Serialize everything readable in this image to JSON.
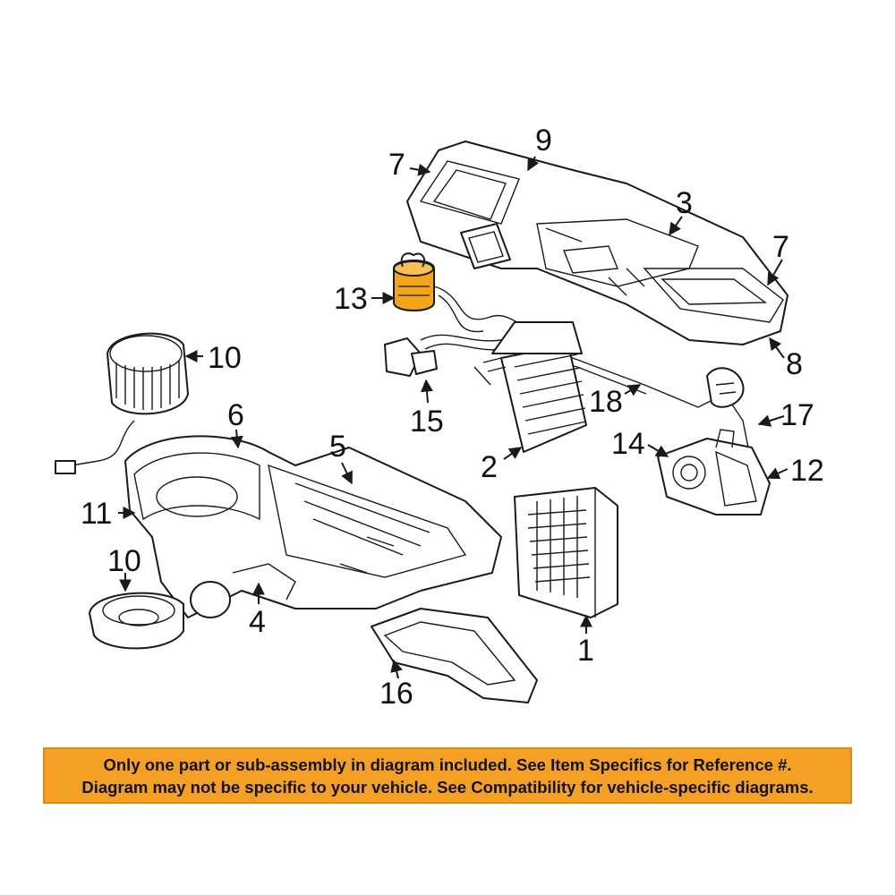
{
  "diagram": {
    "highlight_color": "#f2a516",
    "callouts": {
      "c1": "1",
      "c2": "2",
      "c3": "3",
      "c4": "4",
      "c5": "5",
      "c6": "6",
      "c7a": "7",
      "c7b": "7",
      "c8": "8",
      "c9": "9",
      "c10a": "10",
      "c10b": "10",
      "c11": "11",
      "c12": "12",
      "c13": "13",
      "c14": "14",
      "c15": "15",
      "c16": "16",
      "c17": "17",
      "c18": "18"
    }
  },
  "notice": {
    "line1": "Only one part or sub-assembly in diagram included. See Item Specifics for Reference #.",
    "line2": "Diagram may not be specific to your vehicle. See Compatibility for vehicle-specific diagrams.",
    "background_color": "#f4a024"
  }
}
